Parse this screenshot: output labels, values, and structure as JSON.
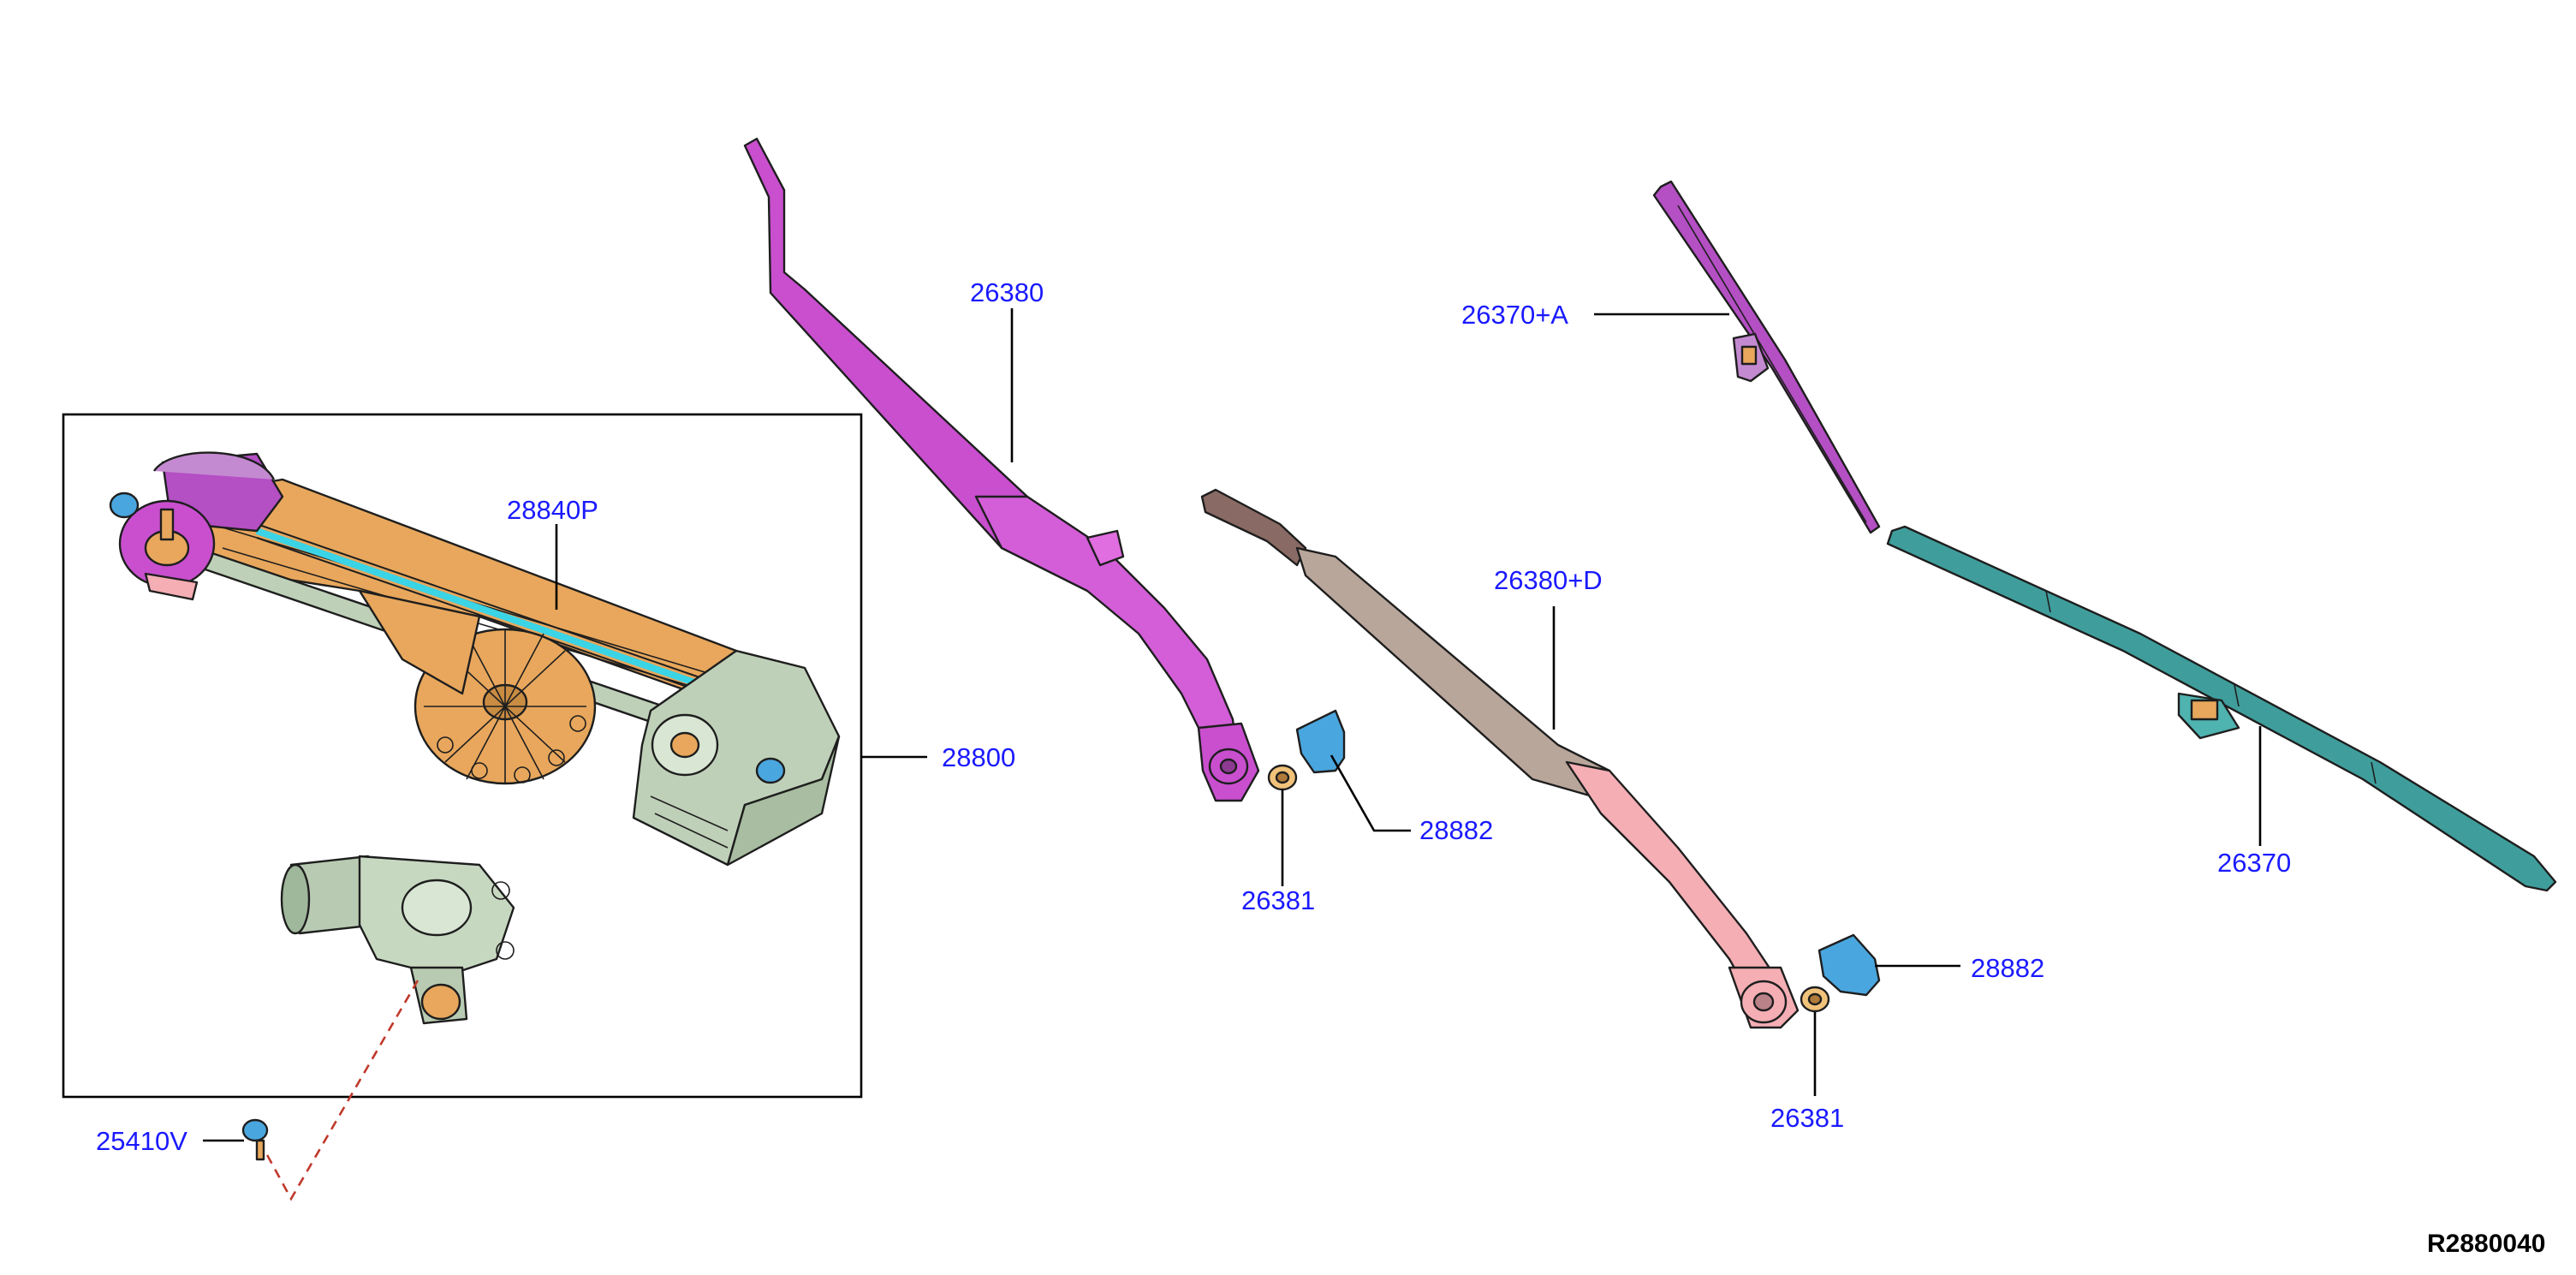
{
  "diagram": {
    "reference_code": "R2880040",
    "callouts": {
      "arm_left": "26380",
      "arm_right": "26380+D",
      "blade_passenger": "26370+A",
      "blade_driver": "26370",
      "linkage": "28840P",
      "linkage_assembly": "28800",
      "cap_left": "28882",
      "cap_right": "28882",
      "nut_left": "26381",
      "nut_right": "26381",
      "bolt": "25410V"
    },
    "colors": {
      "arm_left": "#c94fcf",
      "arm_right_upper": "#b9a69a",
      "arm_right_lower": "#f4aeb4",
      "blade_passenger": "#b44fc4",
      "blade_driver": "#3f9e9c",
      "linkage_bar": "#e8a75c",
      "motor": "#b8cbb2",
      "cap": "#4aa6de",
      "nut": "#f1c27a",
      "callout_text": "#1a1aff",
      "dashed_guide": "#c0392b"
    }
  }
}
